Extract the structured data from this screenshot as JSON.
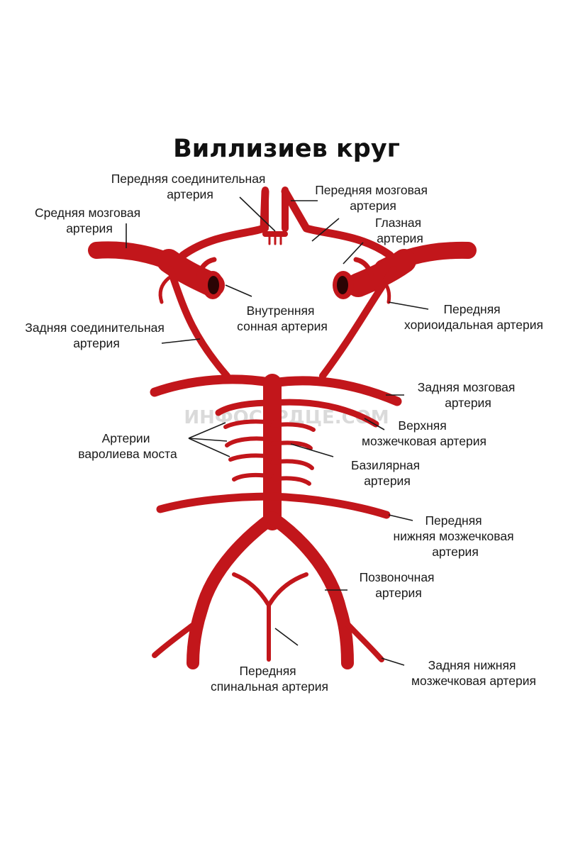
{
  "title": "Виллизиев круг",
  "colors": {
    "artery": "#c2161b",
    "artery_dark": "#8e0d11",
    "lumen": "#2a0404",
    "text": "#1a1a1a"
  },
  "watermark": "ИНФОСЕРДЦЕ.COM",
  "labels": {
    "anterior_communicating": [
      "Передняя соединительная",
      "артерия"
    ],
    "anterior_cerebral": [
      "Передняя мозговая",
      "артерия"
    ],
    "middle_cerebral": [
      "Средняя мозговая",
      "артерия"
    ],
    "ophthalmic": [
      "Глазная",
      "артерия"
    ],
    "internal_carotid": [
      "Внутренняя",
      "сонная артерия"
    ],
    "anterior_choroidal": [
      "Передняя",
      "хориоидальная артерия"
    ],
    "posterior_communicating": [
      "Задняя соединительная",
      "артерия"
    ],
    "posterior_cerebral": [
      "Задняя мозговая",
      "артерия"
    ],
    "superior_cerebellar": [
      "Верхняя",
      "мозжечковая артерия"
    ],
    "pontine": [
      "Артерии",
      "варолиева моста"
    ],
    "basilar": [
      "Базилярная",
      "артерия"
    ],
    "anterior_inferior_cerebellar": [
      "Передняя",
      "нижняя мозжечковая",
      "артерия"
    ],
    "vertebral": [
      "Позвоночная",
      "артерия"
    ],
    "anterior_spinal": [
      "Передняя",
      "спинальная артерия"
    ],
    "posterior_inferior_cerebellar": [
      "Задняя нижняя",
      "мозжечковая артерия"
    ]
  }
}
